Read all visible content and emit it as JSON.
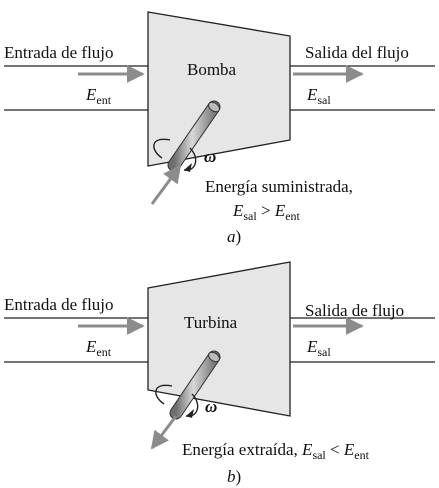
{
  "colors": {
    "line": "#222222",
    "body_fill": "#e6e6e6",
    "arrow": "#8c8c8c",
    "shaft": "#9a9a9a"
  },
  "panel_a": {
    "inlet": "Entrada de flujo",
    "outlet": "Salida del flujo",
    "device": "Bomba",
    "e_in_symbol": "E",
    "e_in_sub": "ent",
    "e_out_symbol": "E",
    "e_out_sub": "sal",
    "omega": "ω",
    "energy_text": "Energía suministrada,",
    "cond_e1": "E",
    "cond_s1": "sal",
    "cond_op": " > ",
    "cond_e2": "E",
    "cond_s2": "ent",
    "caption_letter": "a",
    "caption_paren": ")"
  },
  "panel_b": {
    "inlet": "Entrada de flujo",
    "outlet": "Salida de flujo",
    "device": "Turbina",
    "e_in_symbol": "E",
    "e_in_sub": "ent",
    "e_out_symbol": "E",
    "e_out_sub": "sal",
    "omega": "ω",
    "energy_text": "Energía extraída, ",
    "cond_e1": "E",
    "cond_s1": "sal",
    "cond_op": " < ",
    "cond_e2": "E",
    "cond_s2": "ent",
    "caption_letter": "b",
    "caption_paren": ")"
  }
}
